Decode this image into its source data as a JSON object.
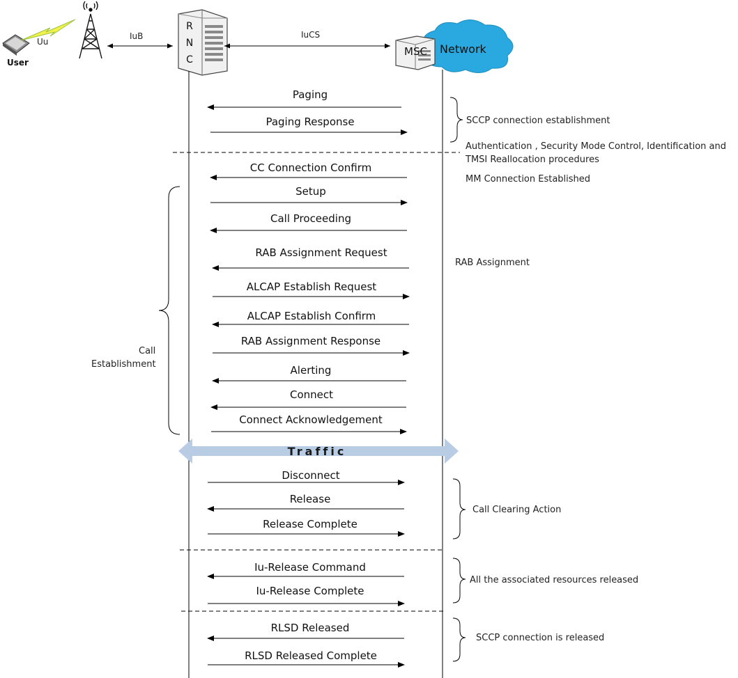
{
  "header": {
    "user_label": "User",
    "uu_label": "Uu",
    "iub_label": "IuB",
    "rnc_letters": [
      "R",
      "N",
      "C"
    ],
    "iucs_label": "IuCS",
    "msc_label": "MSC",
    "network_label": "Network"
  },
  "messages": [
    {
      "label": "Paging",
      "dir": "left"
    },
    {
      "label": "Paging Response",
      "dir": "right"
    },
    {
      "label": "CC Connection Confirm",
      "dir": "left"
    },
    {
      "label": "Setup",
      "dir": "right"
    },
    {
      "label": "Call Proceeding",
      "dir": "left"
    },
    {
      "label": "RAB Assignment Request",
      "dir": "left"
    },
    {
      "label": "ALCAP Establish Request",
      "dir": "right"
    },
    {
      "label": "ALCAP Establish Confirm",
      "dir": "left"
    },
    {
      "label": "RAB Assignment Response",
      "dir": "right"
    },
    {
      "label": "Alerting",
      "dir": "left"
    },
    {
      "label": "Connect",
      "dir": "left"
    },
    {
      "label": "Connect Acknowledgement",
      "dir": "right"
    },
    {
      "label": "Disconnect",
      "dir": "right"
    },
    {
      "label": "Release",
      "dir": "left"
    },
    {
      "label": "Release Complete",
      "dir": "right"
    },
    {
      "label": "Iu-Release Command",
      "dir": "left"
    },
    {
      "label": "Iu-Release Complete",
      "dir": "right"
    },
    {
      "label": "RLSD Released",
      "dir": "left"
    },
    {
      "label": "RLSD Released Complete",
      "dir": "right"
    }
  ],
  "traffic_label": "Traffic",
  "notes": {
    "sccp_establishment": "SCCP connection  establishment",
    "auth_line1": "Authentication , Security Mode Control, Identification and",
    "auth_line2": "TMSI Reallocation procedures",
    "mm_established": "MM Connection Established",
    "rab_assignment": "RAB Assignment",
    "call_establishment_line1": "Call",
    "call_establishment_line2": "Establishment",
    "call_clearing": "Call Clearing Action",
    "resources_released": "All the associated resources released",
    "sccp_released": "SCCP connection  is released"
  },
  "colors": {
    "traffic_arrow": "#b8cce4",
    "cloud": "#29a9df",
    "line": "#000000"
  }
}
